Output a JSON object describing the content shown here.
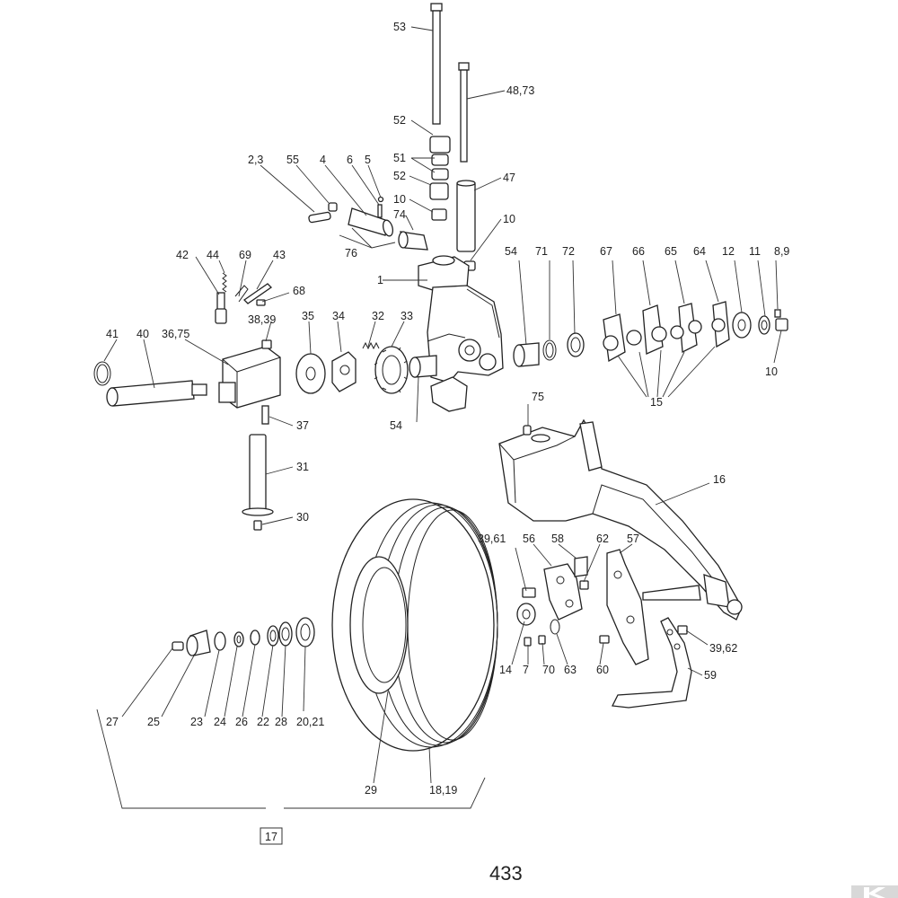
{
  "diagram": {
    "page_number": "433",
    "assembly_label": "17",
    "callouts": [
      {
        "id": "c53",
        "text": "53"
      },
      {
        "id": "c4873",
        "text": "48,73"
      },
      {
        "id": "c52a",
        "text": "52"
      },
      {
        "id": "c51",
        "text": "51"
      },
      {
        "id": "c52b",
        "text": "52"
      },
      {
        "id": "c47",
        "text": "47"
      },
      {
        "id": "c10a",
        "text": "10"
      },
      {
        "id": "c74",
        "text": "74"
      },
      {
        "id": "c10b",
        "text": "10"
      },
      {
        "id": "c23b",
        "text": "2,3"
      },
      {
        "id": "c55",
        "text": "55"
      },
      {
        "id": "c4",
        "text": "4"
      },
      {
        "id": "c6",
        "text": "6"
      },
      {
        "id": "c5",
        "text": "5"
      },
      {
        "id": "c76",
        "text": "76"
      },
      {
        "id": "c1",
        "text": "1"
      },
      {
        "id": "c42",
        "text": "42"
      },
      {
        "id": "c44",
        "text": "44"
      },
      {
        "id": "c69",
        "text": "69"
      },
      {
        "id": "c43",
        "text": "43"
      },
      {
        "id": "c68",
        "text": "68"
      },
      {
        "id": "c3839",
        "text": "38,39"
      },
      {
        "id": "c35",
        "text": "35"
      },
      {
        "id": "c34",
        "text": "34"
      },
      {
        "id": "c32",
        "text": "32"
      },
      {
        "id": "c33",
        "text": "33"
      },
      {
        "id": "c54a",
        "text": "54"
      },
      {
        "id": "c71",
        "text": "71"
      },
      {
        "id": "c72",
        "text": "72"
      },
      {
        "id": "c67",
        "text": "67"
      },
      {
        "id": "c66",
        "text": "66"
      },
      {
        "id": "c65",
        "text": "65"
      },
      {
        "id": "c64",
        "text": "64"
      },
      {
        "id": "c12",
        "text": "12"
      },
      {
        "id": "c11",
        "text": "11"
      },
      {
        "id": "c89",
        "text": "8,9"
      },
      {
        "id": "c10c",
        "text": "10"
      },
      {
        "id": "c15",
        "text": "15"
      },
      {
        "id": "c41",
        "text": "41"
      },
      {
        "id": "c40",
        "text": "40"
      },
      {
        "id": "c3675",
        "text": "36,75"
      },
      {
        "id": "c54b",
        "text": "54"
      },
      {
        "id": "c75",
        "text": "75"
      },
      {
        "id": "c37",
        "text": "37"
      },
      {
        "id": "c31",
        "text": "31"
      },
      {
        "id": "c16",
        "text": "16"
      },
      {
        "id": "c30",
        "text": "30"
      },
      {
        "id": "c3961",
        "text": "39,61"
      },
      {
        "id": "c56",
        "text": "56"
      },
      {
        "id": "c58",
        "text": "58"
      },
      {
        "id": "c62",
        "text": "62"
      },
      {
        "id": "c57",
        "text": "57"
      },
      {
        "id": "c3962",
        "text": "39,62"
      },
      {
        "id": "c14",
        "text": "14"
      },
      {
        "id": "c7",
        "text": "7"
      },
      {
        "id": "c70",
        "text": "70"
      },
      {
        "id": "c63",
        "text": "63"
      },
      {
        "id": "c60",
        "text": "60"
      },
      {
        "id": "c59",
        "text": "59"
      },
      {
        "id": "c27",
        "text": "27"
      },
      {
        "id": "c25",
        "text": "25"
      },
      {
        "id": "c23",
        "text": "23"
      },
      {
        "id": "c24",
        "text": "24"
      },
      {
        "id": "c26",
        "text": "26"
      },
      {
        "id": "c22",
        "text": "22"
      },
      {
        "id": "c28",
        "text": "28"
      },
      {
        "id": "c2021",
        "text": "20,21"
      },
      {
        "id": "c29",
        "text": "29"
      },
      {
        "id": "c1819",
        "text": "18,19"
      }
    ]
  }
}
